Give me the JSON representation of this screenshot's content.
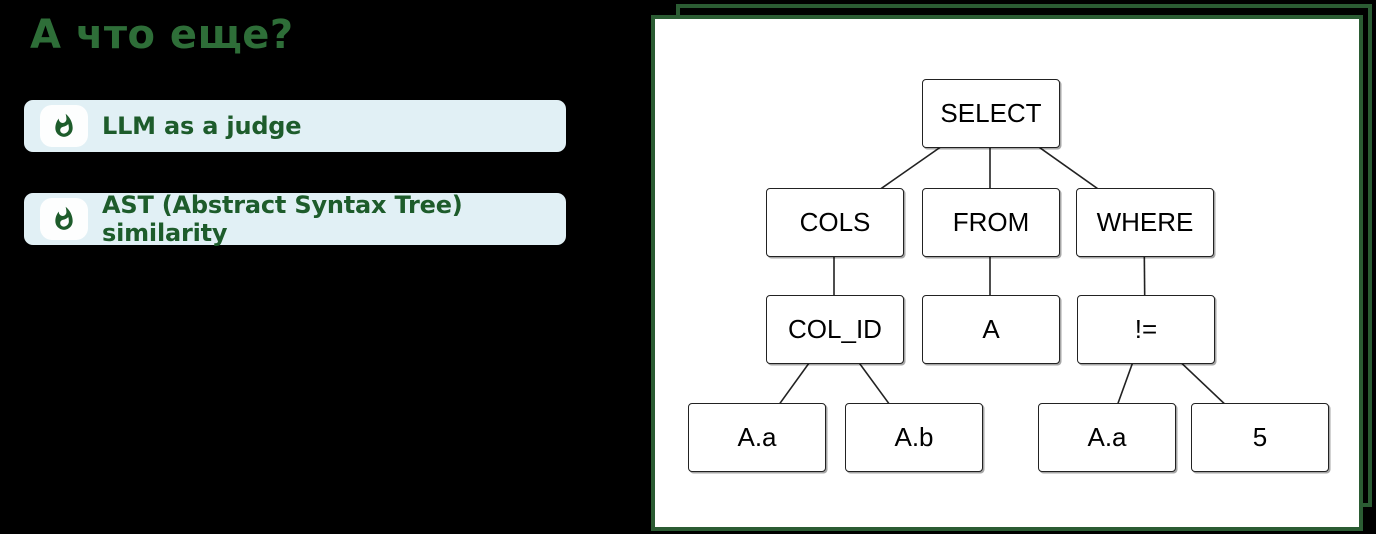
{
  "slide": {
    "title": "А что еще?",
    "bullets": [
      {
        "icon": "flame-icon",
        "label": "LLM as a judge"
      },
      {
        "icon": "flame-icon",
        "label": "AST (Abstract Syntax Tree) similarity"
      }
    ]
  },
  "colors": {
    "background": "#000000",
    "heading_green": "#2e6e38",
    "bullet_text_green": "#1d5c2b",
    "bullet_bg": "#e1f0f5",
    "icon_tile_bg": "#fdfefe",
    "panel_bg": "#ffffff",
    "panel_border_green": "#2b5c33",
    "node_border": "#222222"
  },
  "diagram": {
    "type": "tree",
    "nodes": [
      {
        "id": "select",
        "label": "SELECT"
      },
      {
        "id": "cols",
        "label": "COLS"
      },
      {
        "id": "from",
        "label": "FROM"
      },
      {
        "id": "where",
        "label": "WHERE"
      },
      {
        "id": "col_id",
        "label": "COL_ID"
      },
      {
        "id": "a",
        "label": "A"
      },
      {
        "id": "neq",
        "label": "!="
      },
      {
        "id": "a_a_left",
        "label": "A.a"
      },
      {
        "id": "a_b",
        "label": "A.b"
      },
      {
        "id": "a_a_right",
        "label": "A.a"
      },
      {
        "id": "five",
        "label": "5"
      }
    ],
    "edges": [
      [
        "select",
        "cols"
      ],
      [
        "select",
        "from"
      ],
      [
        "select",
        "where"
      ],
      [
        "cols",
        "col_id"
      ],
      [
        "from",
        "a"
      ],
      [
        "where",
        "neq"
      ],
      [
        "col_id",
        "a_a_left"
      ],
      [
        "col_id",
        "a_b"
      ],
      [
        "neq",
        "a_a_right"
      ],
      [
        "neq",
        "five"
      ]
    ]
  }
}
